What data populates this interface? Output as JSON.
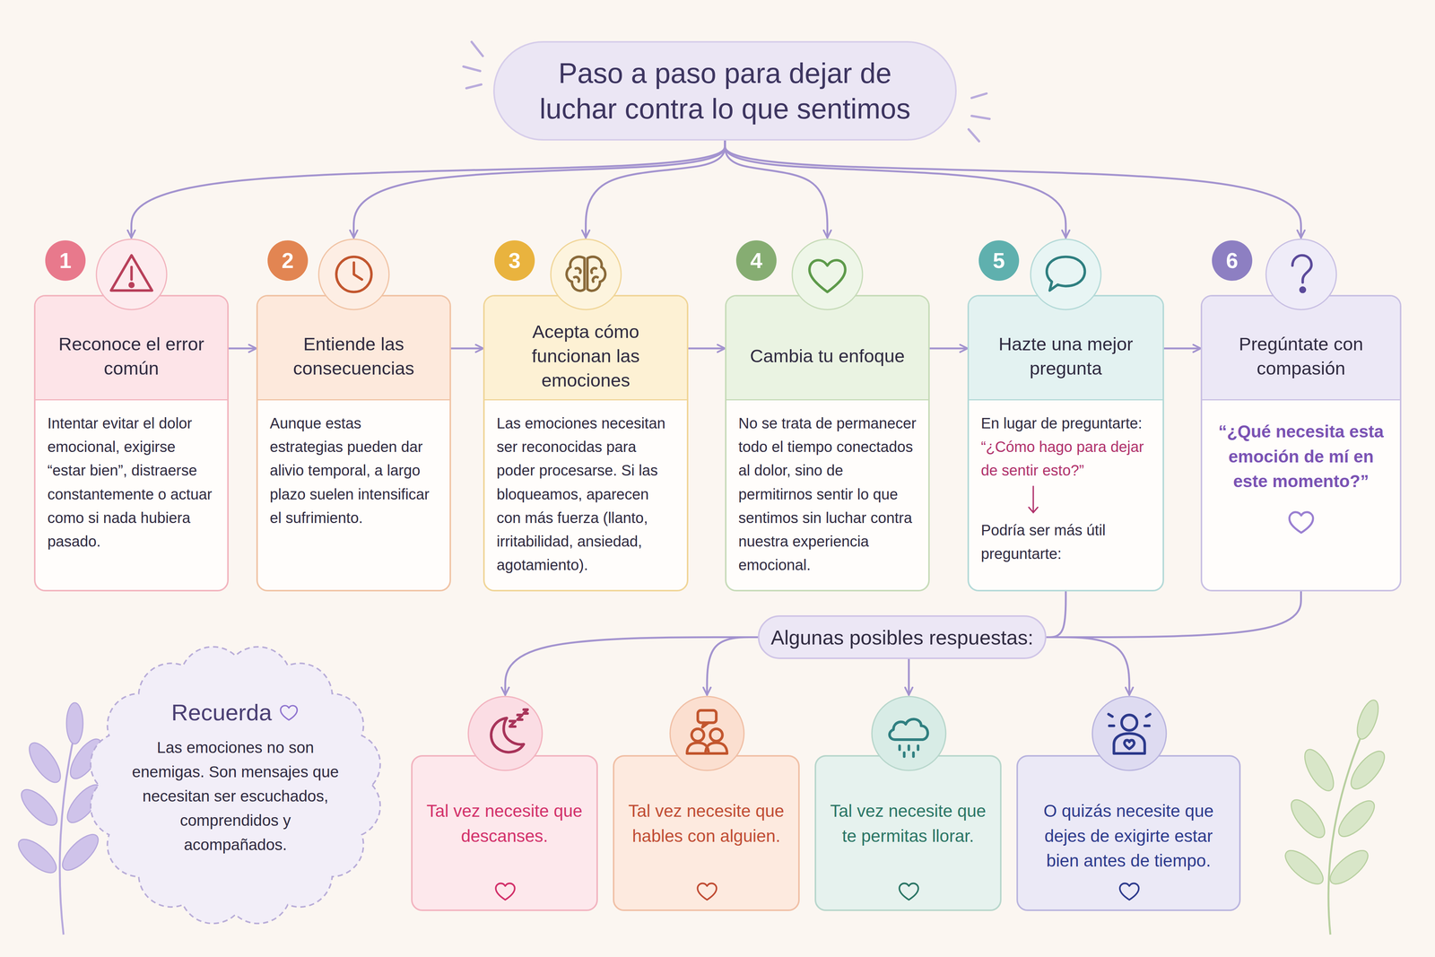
{
  "diagram": {
    "nodes": [
      {
        "text": [
          "Paso a paso para dejar de luchar contra lo que sentimos"
        ]
      },
      {
        "text": [
          "1",
          "Reconoce el error común",
          "Intentar evitar el dolor emocional, exigirse “estar bien”, distraerse constantemente o actuar como si nada hubiera pasado."
        ]
      },
      {
        "text": [
          "2",
          "Entiende las consecuencias",
          "Aunque estas estrategias pueden dar alivio temporal, a largo plazo suelen intensificar el sufrimiento."
        ]
      },
      {
        "text": [
          "3",
          "Acepta cómo funcionan las emociones",
          "Las emociones necesitan ser reconocidas para poder procesarse. Si las bloqueamos, aparecen con más fuerza (llanto, irritabilidad, ansiedad, agotamiento)."
        ]
      },
      {
        "text": [
          "4",
          "Cambia tu enfoque",
          "No se trata de permanecer todo el tiempo conectados al dolor, sino de permitirnos sentir lo que sentimos sin luchar contra nuestra experiencia emocional."
        ]
      },
      {
        "text": [
          "5",
          "Hazte una mejor pregunta",
          "En lugar de preguntarte:",
          "“¿Cómo hago para dejar de sentir esto?”",
          "Podría ser más útil preguntarte:"
        ]
      },
      {
        "text": [
          "6",
          "Pregúntate con compasión",
          "“¿Qué necesita esta emoción de mí en este momento?”"
        ]
      },
      {
        "text": [
          "Algunas posibles respuestas:"
        ]
      },
      {
        "text": [
          "Tal vez necesite que descanses."
        ]
      },
      {
        "text": [
          "Tal vez necesite que hables con alguien."
        ]
      },
      {
        "text": [
          "Tal vez necesite que te permitas llorar."
        ]
      },
      {
        "text": [
          "O quizás necesite que dejes de exigirte estar bien antes de tiempo."
        ]
      },
      {
        "text": [
          "Recuerda",
          "Las emociones no son enemigas. Son mensajes que necesitan ser escuchados, comprendidos y acompañados."
        ]
      }
    ],
    "edges": [
      {
        "from": 0,
        "to": 1,
        "arrow": "to"
      },
      {
        "from": 0,
        "to": 2,
        "arrow": "to"
      },
      {
        "from": 0,
        "to": 3,
        "arrow": "to"
      },
      {
        "from": 0,
        "to": 4,
        "arrow": "to"
      },
      {
        "from": 0,
        "to": 5,
        "arrow": "to"
      },
      {
        "from": 0,
        "to": 6,
        "arrow": "to"
      },
      {
        "from": 1,
        "to": 2,
        "arrow": "to"
      },
      {
        "from": 2,
        "to": 3,
        "arrow": "to"
      },
      {
        "from": 3,
        "to": 4,
        "arrow": "to"
      },
      {
        "from": 4,
        "to": 5,
        "arrow": "to"
      },
      {
        "from": 5,
        "to": 6,
        "arrow": "to"
      },
      {
        "from": 5,
        "to": 7,
        "arrow": "none"
      },
      {
        "from": 6,
        "to": 7,
        "arrow": "none"
      },
      {
        "from": 7,
        "to": 8,
        "arrow": "to"
      },
      {
        "from": 7,
        "to": 9,
        "arrow": "to"
      },
      {
        "from": 7,
        "to": 10,
        "arrow": "to"
      },
      {
        "from": 7,
        "to": 11,
        "arrow": "to"
      }
    ]
  }
}
